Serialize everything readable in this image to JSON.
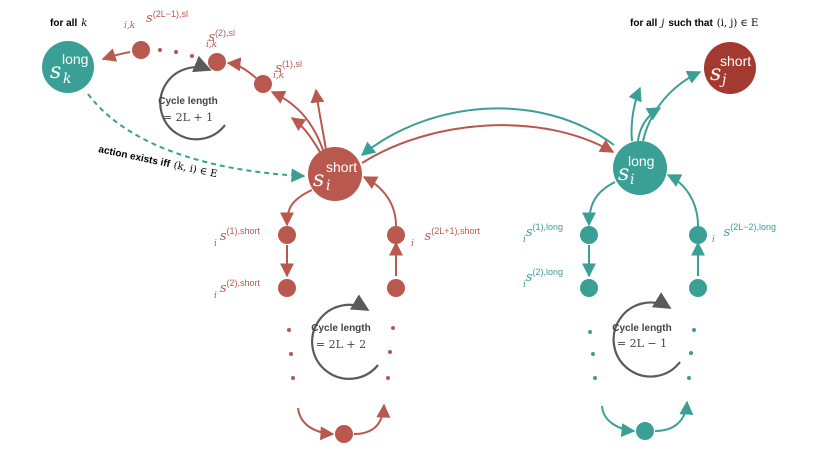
{
  "colors": {
    "red": "#b9584f",
    "red_label": "#b9584f",
    "dark_red": "#a33a2f",
    "teal": "#3a9f94",
    "teal_node": "#3a9f94",
    "teal_label": "#3a9f94",
    "gray": "#5a5a5a",
    "black": "#000000"
  },
  "captions": {
    "for_all_k": "for all",
    "for_all_k_var": "k",
    "for_all_j": "for all",
    "for_all_j_var": "j",
    "for_all_j_rest": "such that",
    "for_all_j_math": "(i, j) ∈ E",
    "action_exists": "action exists iff",
    "action_math": "(k, i) ∈ E"
  },
  "nodes": {
    "s_k_long": {
      "base": "s",
      "sub": "k",
      "sup": "long"
    },
    "s_i_short": {
      "base": "s",
      "sub": "i",
      "sup": "short"
    },
    "s_i_long": {
      "base": "s",
      "sub": "i",
      "sup": "long"
    },
    "s_j_short": {
      "base": "s",
      "sub": "j",
      "sup": "short"
    }
  },
  "labels": {
    "sl_2L1": {
      "base": "s",
      "sub": "i,k",
      "sup": "(2L−1),sl"
    },
    "sl_2": {
      "base": "s",
      "sub": "i,k",
      "sup": "(2),sl"
    },
    "sl_1": {
      "base": "s",
      "sub": "i,k",
      "sup": "(1),sl"
    },
    "short_1": {
      "base": "s",
      "sub": "i",
      "sup": "(1),short"
    },
    "short_2": {
      "base": "s",
      "sub": "i",
      "sup": "(2),short"
    },
    "short_2L1": {
      "base": "s",
      "sub": "i",
      "sup": "(2L+1),short"
    },
    "long_1": {
      "base": "s",
      "sub": "i",
      "sup": "(1),long"
    },
    "long_2": {
      "base": "s",
      "sub": "i",
      "sup": "(2),long"
    },
    "long_2L2": {
      "base": "s",
      "sub": "i",
      "sup": "(2L−2),long"
    }
  },
  "cycles": {
    "sl": {
      "title": "Cycle length",
      "value": "= 2L + 1"
    },
    "short": {
      "title": "Cycle length",
      "value": "= 2L + 2"
    },
    "long": {
      "title": "Cycle length",
      "value": "= 2L − 1"
    }
  }
}
